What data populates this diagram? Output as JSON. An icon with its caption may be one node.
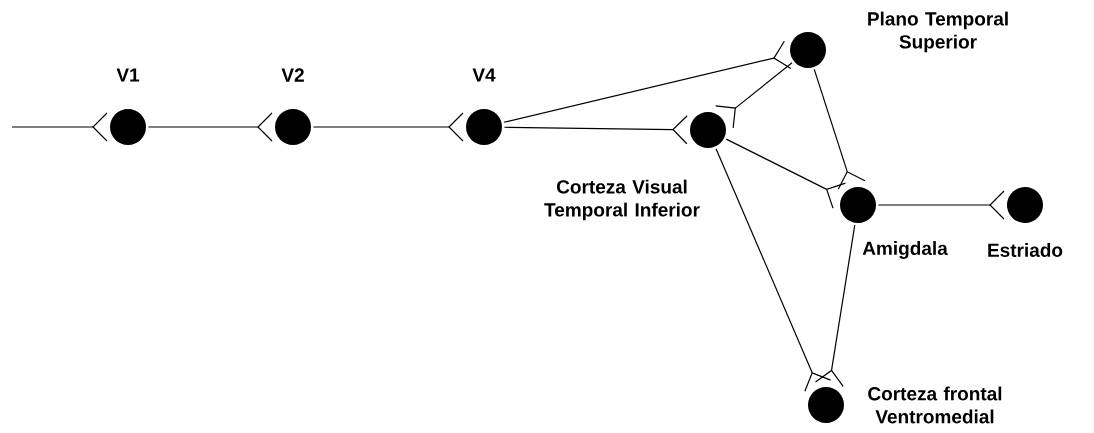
{
  "diagram": {
    "nodes": [
      {
        "text": [
          "V1"
        ]
      },
      {
        "text": [
          "V2"
        ]
      },
      {
        "text": [
          "V4"
        ]
      },
      {
        "text": [
          "Plano Temporal Superior"
        ]
      },
      {
        "text": [
          "Corteza Visual Temporal Inferior"
        ]
      },
      {
        "text": [
          "Amigdala"
        ]
      },
      {
        "text": [
          "Estriado"
        ]
      },
      {
        "text": [
          "Corteza frontal Ventromedial"
        ]
      }
    ],
    "edges": [
      {
        "from": null,
        "to": 0,
        "arrow": "other"
      },
      {
        "from": 0,
        "to": 1,
        "arrow": "other"
      },
      {
        "from": 1,
        "to": 2,
        "arrow": "other"
      },
      {
        "from": 2,
        "to": 4,
        "arrow": "other"
      },
      {
        "from": 2,
        "to": 3,
        "arrow": "other"
      },
      {
        "from": 3,
        "to": 4,
        "arrow": "other"
      },
      {
        "from": 4,
        "to": 5,
        "arrow": "other"
      },
      {
        "from": 3,
        "to": 5,
        "arrow": "other"
      },
      {
        "from": 5,
        "to": 6,
        "arrow": "other"
      },
      {
        "from": 4,
        "to": 7,
        "arrow": "other"
      },
      {
        "from": 5,
        "to": 7,
        "arrow": "other"
      }
    ]
  }
}
